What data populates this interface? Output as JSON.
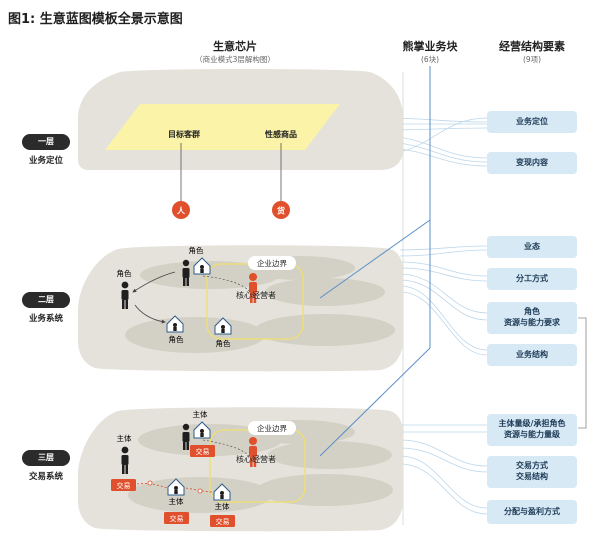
{
  "title": "图1: 生意蓝图模板全景示意图",
  "columns": {
    "chip": {
      "title": "生意芯片",
      "subtitle": "（商业模式3层解构图）"
    },
    "bear": {
      "title": "熊掌业务块",
      "subtitle": "(6块)"
    },
    "elements": {
      "title": "经营结构要素",
      "subtitle": "(9项)"
    }
  },
  "layers": [
    {
      "badge": "一层",
      "name": "业务定位"
    },
    {
      "badge": "二层",
      "name": "业务系统"
    },
    {
      "badge": "三层",
      "name": "交易系统"
    }
  ],
  "layer1": {
    "left_label": "目标客群",
    "right_label": "性感商品",
    "left_circle": "人",
    "right_circle": "货"
  },
  "layer2": {
    "role_left": "角色",
    "role_top": "角色",
    "role_mid_bottom": "角色",
    "role_right_bottom": "角色",
    "boundary": "企业边界",
    "core": "核心经营者"
  },
  "layer3": {
    "subject_left": "主体",
    "subject_top": "主体",
    "subject_bottom_mid": "主体",
    "subject_bottom_right": "主体",
    "trade_left": "交易",
    "trade_top": "交易",
    "trade_bottom_mid": "交易",
    "trade_bottom_right": "交易",
    "boundary": "企业边界",
    "core": "核心经营者"
  },
  "elements": [
    {
      "label": "业务定位"
    },
    {
      "label": "变现内容"
    },
    {
      "label": "业态"
    },
    {
      "label": "分工方式"
    },
    {
      "label": "角色\n资源与能力要求"
    },
    {
      "label": "业务结构"
    },
    {
      "label": "主体量级/承担角色\n资源与能力量级"
    },
    {
      "label": "交易方式\n交易结构"
    },
    {
      "label": "分配与盈利方式"
    }
  ],
  "colors": {
    "accent_red": "#e0502c",
    "pill_blue": "#d6e9f5",
    "line_blue": "#5b8fc7",
    "layer_fill": "#e4e2da",
    "ellipse_fill": "#d3d0c5",
    "yellow": "#fbf3a8"
  }
}
